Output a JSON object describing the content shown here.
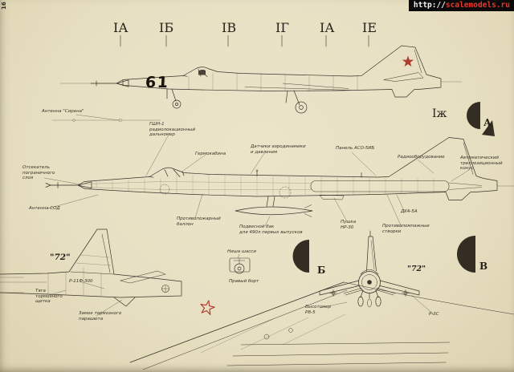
{
  "page": {
    "bg": "#e9e1c4",
    "ink": "#3a332a",
    "star_red": "#b03a2e",
    "page_number": "16"
  },
  "banner": {
    "prefix": "http://",
    "site": "scalemodels.ru"
  },
  "section_markers": {
    "items": [
      "ІА",
      "ІБ",
      "ІВ",
      "ІГ",
      "ІА",
      "ІЕ"
    ],
    "side_marker": "Іж"
  },
  "cross_sections": {
    "a": "А",
    "b": "Б",
    "v": "В"
  },
  "aircraft": {
    "board_number": "61",
    "tail_code_left": "\"72\"",
    "tail_code_right": "\"72\""
  },
  "annotations": [
    "Антенна \"Сирена\"",
    "ГШН-1\nрадиолокационный\nдальномер",
    "Гермокабина",
    "Датчики аэродинамики\nи давления",
    "Панель АСО-5ИБ",
    "Радиооборудование",
    "Автоматический\nтрехпозиционный\nконус",
    "Отсекатель\nпограничного\nслоя",
    "Антенна СОД",
    "Противопожарный\nбаллон",
    "Подвесной бак\nдля 490л первых выпусков",
    "Пушка\nНР-30",
    "ДУА-5А",
    "Противопомпажные\nстворки",
    "Ниша шасси",
    "Правый борт",
    "Р-11Ф-300",
    "Тяга\nтормозного\nщитка",
    "Замок тормозного\nпарашюта",
    "Высотомер\nРВ-5",
    "Р-3С"
  ]
}
